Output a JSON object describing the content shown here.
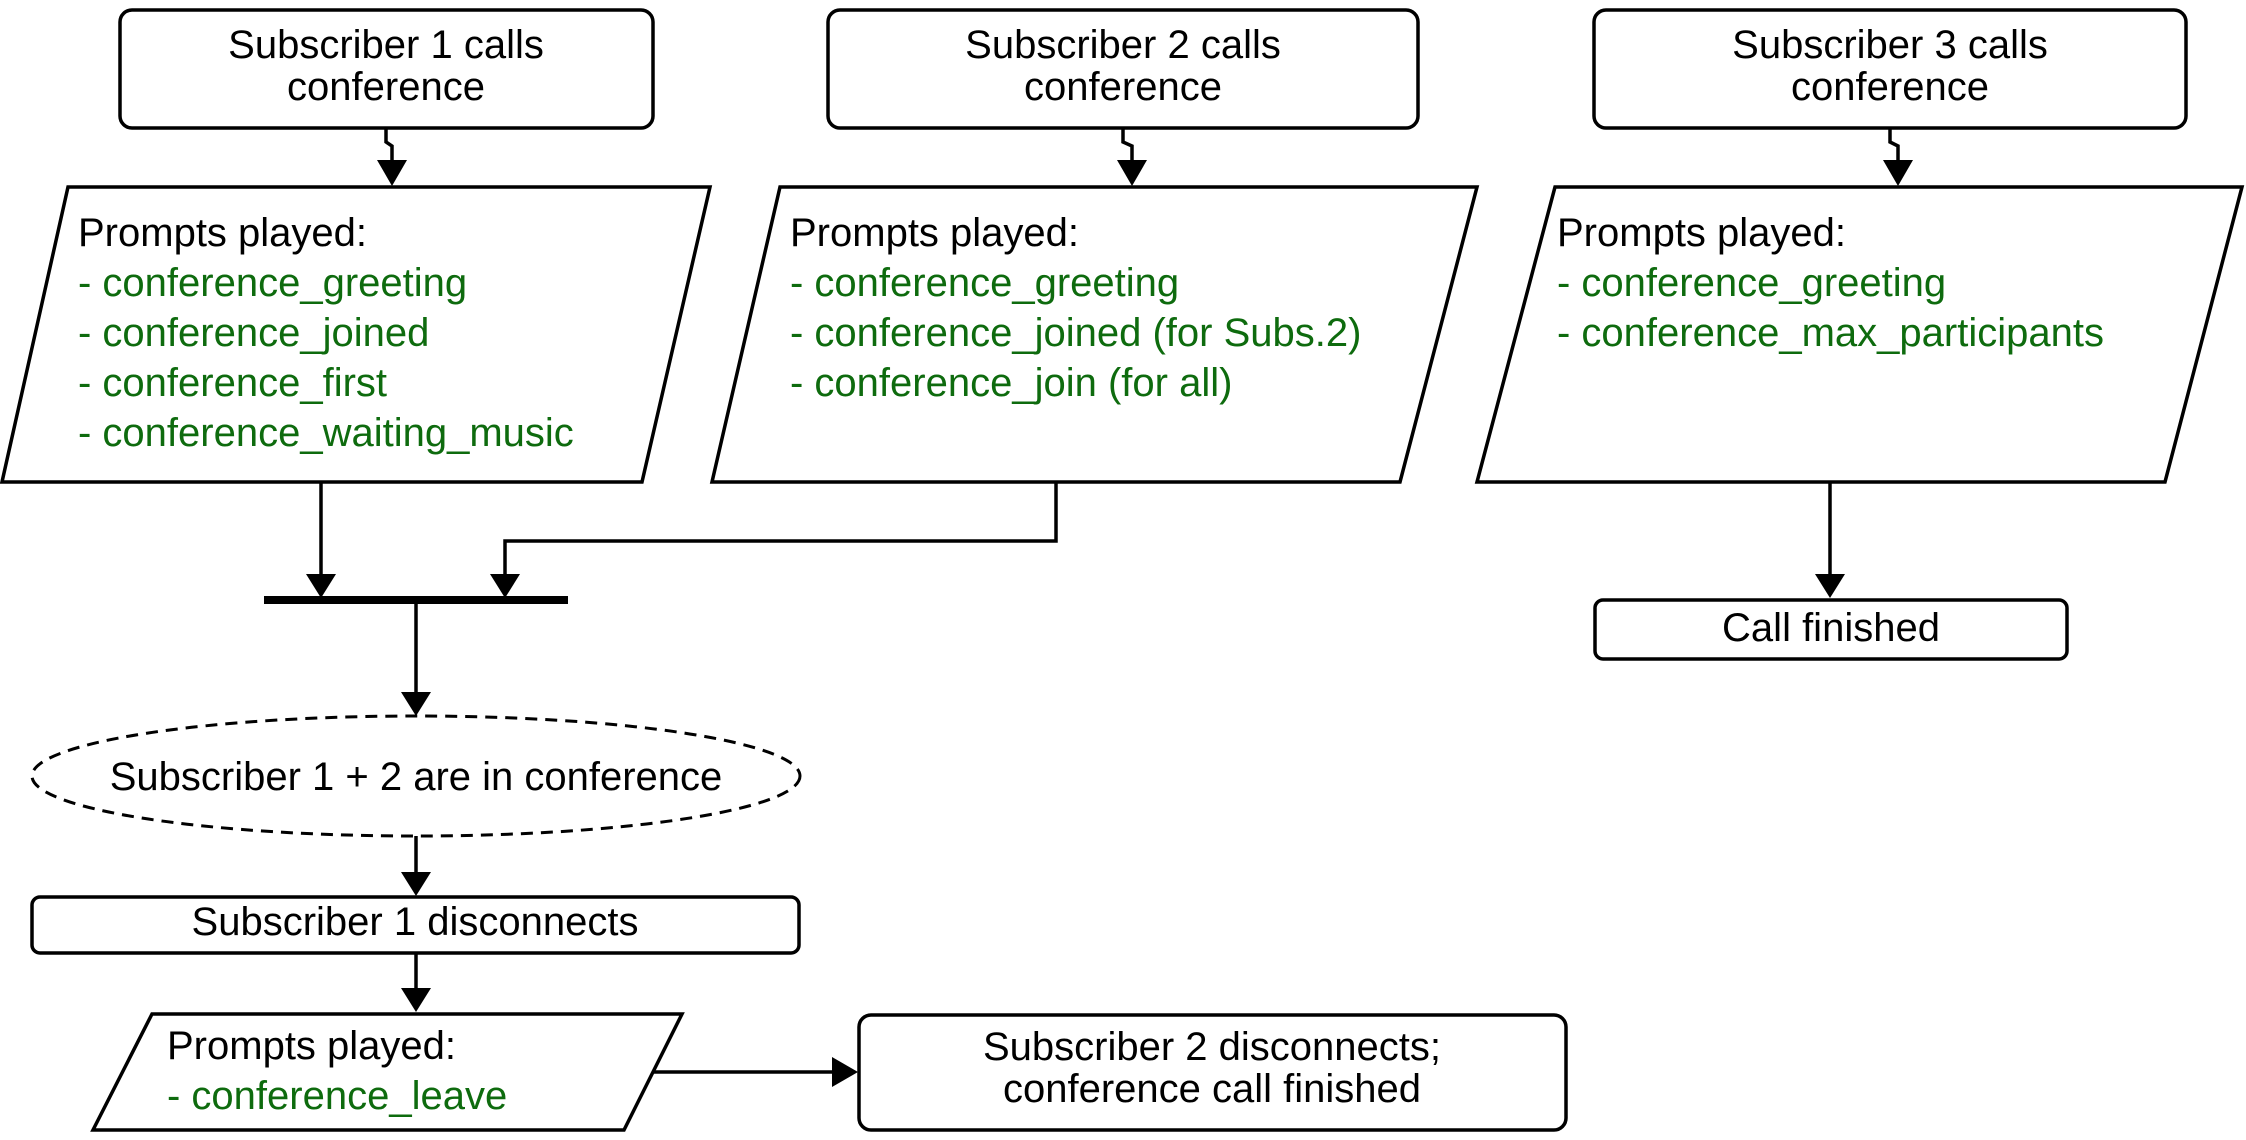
{
  "colors": {
    "prompt_text": "#0e6b0e",
    "stroke": "#000000",
    "background": "#ffffff"
  },
  "nodes": {
    "sub1_calls": {
      "lines": [
        "Subscriber 1 calls",
        "conference"
      ]
    },
    "sub2_calls": {
      "lines": [
        "Subscriber 2 calls",
        "conference"
      ]
    },
    "sub3_calls": {
      "lines": [
        "Subscriber 3 calls",
        "conference"
      ]
    },
    "prompts1": {
      "heading": "Prompts played:",
      "items": [
        "- conference_greeting",
        "- conference_joined",
        "- conference_first",
        "- conference_waiting_music"
      ]
    },
    "prompts2": {
      "heading": "Prompts played:",
      "items": [
        "- conference_greeting",
        "- conference_joined (for Subs.2)",
        "- conference_join (for all)"
      ]
    },
    "prompts3": {
      "heading": "Prompts played:",
      "items": [
        "- conference_greeting",
        "- conference_max_participants"
      ]
    },
    "call_finished": {
      "label": "Call finished"
    },
    "in_conference": {
      "label": "Subscriber 1 + 2 are in conference"
    },
    "sub1_disconnects": {
      "label": "Subscriber 1 disconnects"
    },
    "prompts_leave": {
      "heading": "Prompts played:",
      "items": [
        "- conference_leave"
      ]
    },
    "sub2_disconnects": {
      "lines": [
        "Subscriber 2 disconnects;",
        "conference call finished"
      ]
    }
  }
}
